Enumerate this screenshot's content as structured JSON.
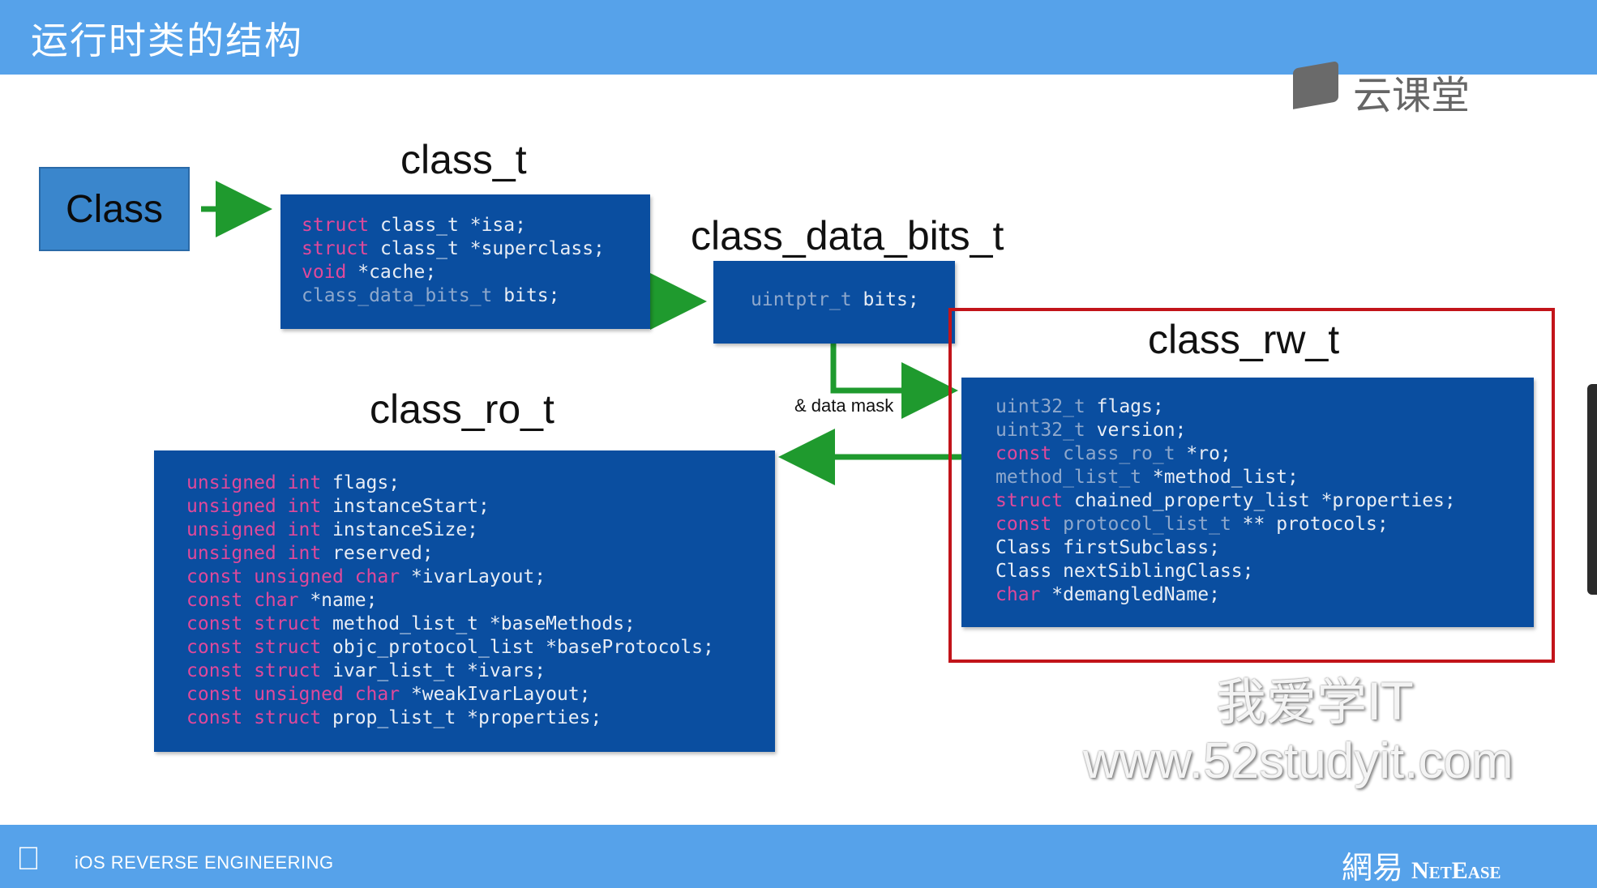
{
  "header": {
    "title": "运行时类的结构"
  },
  "logo": {
    "text": "云课堂"
  },
  "diagram": {
    "class_box": {
      "label": "Class"
    },
    "class_t": {
      "title": "class_t",
      "lines": [
        [
          {
            "t": "struct",
            "k": "kw"
          },
          {
            "t": " class_t *isa;",
            "k": ""
          }
        ],
        [
          {
            "t": "struct",
            "k": "kw"
          },
          {
            "t": " class_t *superclass;",
            "k": ""
          }
        ],
        [
          {
            "t": "void",
            "k": "kw"
          },
          {
            "t": " *cache;",
            "k": ""
          }
        ],
        [
          {
            "t": "class_data_bits_t",
            "k": "sub"
          },
          {
            "t": " bits;",
            "k": ""
          }
        ]
      ]
    },
    "class_data_bits_t": {
      "title": "class_data_bits_t",
      "lines": [
        [
          {
            "t": "uintptr_t",
            "k": "sub"
          },
          {
            "t": " bits;",
            "k": ""
          }
        ]
      ]
    },
    "mask_label": "& data mask",
    "class_rw_t": {
      "title": "class_rw_t",
      "lines": [
        [
          {
            "t": "uint32_t",
            "k": "sub"
          },
          {
            "t": " flags;",
            "k": ""
          }
        ],
        [
          {
            "t": "uint32_t",
            "k": "sub"
          },
          {
            "t": " version;",
            "k": ""
          }
        ],
        [
          {
            "t": "const",
            "k": "kw"
          },
          {
            "t": " class_ro_t",
            "k": "sub"
          },
          {
            "t": " *ro;",
            "k": ""
          }
        ],
        [
          {
            "t": "method_list_t",
            "k": "sub"
          },
          {
            "t": " *method_list;",
            "k": ""
          }
        ],
        [
          {
            "t": "struct",
            "k": "kw"
          },
          {
            "t": " chained_property_list *properties;",
            "k": ""
          }
        ],
        [
          {
            "t": "const",
            "k": "kw"
          },
          {
            "t": " protocol_list_t",
            "k": "sub"
          },
          {
            "t": " ** protocols;",
            "k": ""
          }
        ],
        [
          {
            "t": "Class firstSubclass;",
            "k": ""
          }
        ],
        [
          {
            "t": "Class nextSiblingClass;",
            "k": ""
          }
        ],
        [
          {
            "t": "char",
            "k": "kw"
          },
          {
            "t": " *demangledName;",
            "k": ""
          }
        ]
      ]
    },
    "class_ro_t": {
      "title": "class_ro_t",
      "lines": [
        [
          {
            "t": "unsigned int",
            "k": "kw"
          },
          {
            "t": " flags;",
            "k": ""
          }
        ],
        [
          {
            "t": "unsigned int",
            "k": "kw"
          },
          {
            "t": " instanceStart;",
            "k": ""
          }
        ],
        [
          {
            "t": "unsigned int",
            "k": "kw"
          },
          {
            "t": " instanceSize;",
            "k": ""
          }
        ],
        [
          {
            "t": "unsigned int",
            "k": "kw"
          },
          {
            "t": " reserved;",
            "k": ""
          }
        ],
        [
          {
            "t": "const unsigned char",
            "k": "kw"
          },
          {
            "t": " *ivarLayout;",
            "k": ""
          }
        ],
        [
          {
            "t": "const char",
            "k": "kw"
          },
          {
            "t": " *name;",
            "k": ""
          }
        ],
        [
          {
            "t": "const struct",
            "k": "kw"
          },
          {
            "t": " method_list_t *baseMethods;",
            "k": ""
          }
        ],
        [
          {
            "t": "const struct",
            "k": "kw"
          },
          {
            "t": " objc_protocol_list *baseProtocols;",
            "k": ""
          }
        ],
        [
          {
            "t": "const struct",
            "k": "kw"
          },
          {
            "t": " ivar_list_t *ivars;",
            "k": ""
          }
        ],
        [
          {
            "t": "const unsigned char",
            "k": "kw"
          },
          {
            "t": " *weakIvarLayout;",
            "k": ""
          }
        ],
        [
          {
            "t": "const struct",
            "k": "kw"
          },
          {
            "t": " prop_list_t *properties;",
            "k": ""
          }
        ]
      ]
    }
  },
  "watermark": {
    "line1": "我爱学IT",
    "line2": "www.52studyit.com"
  },
  "footer": {
    "apple_icon": "apple-logo-icon",
    "text": "iOS REVERSE ENGINEERING",
    "brand_cn": "網易",
    "brand_en": "NetEase"
  },
  "colors": {
    "bar": "#56a2ea",
    "code_bg": "#0a4ea0",
    "keyword": "#e0499b",
    "arrow": "#1f9a2e",
    "highlight_frame": "#c2141a"
  }
}
